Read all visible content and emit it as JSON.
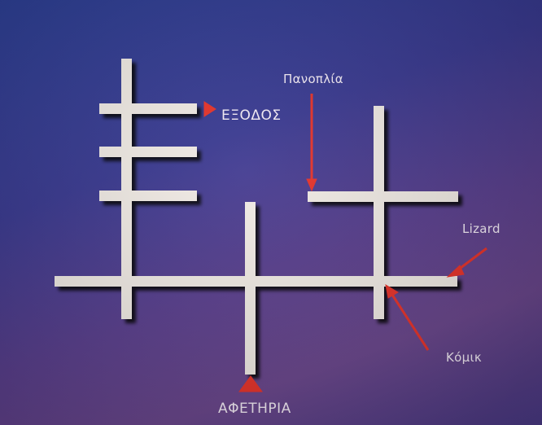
{
  "labels": {
    "exit": "ΕΞΟΔΟΣ",
    "armory": "Πανοπλία",
    "lizard": "Lizard",
    "comic": "Κόμικ",
    "start": "ΑΦΕΤΗΡΙΑ"
  },
  "colors": {
    "background_top": "#2c3f96",
    "background_bottom": "#6a468c",
    "corridor": "#f2ece6",
    "corridor_shadow": "#000000",
    "marker": "#e8332a"
  }
}
